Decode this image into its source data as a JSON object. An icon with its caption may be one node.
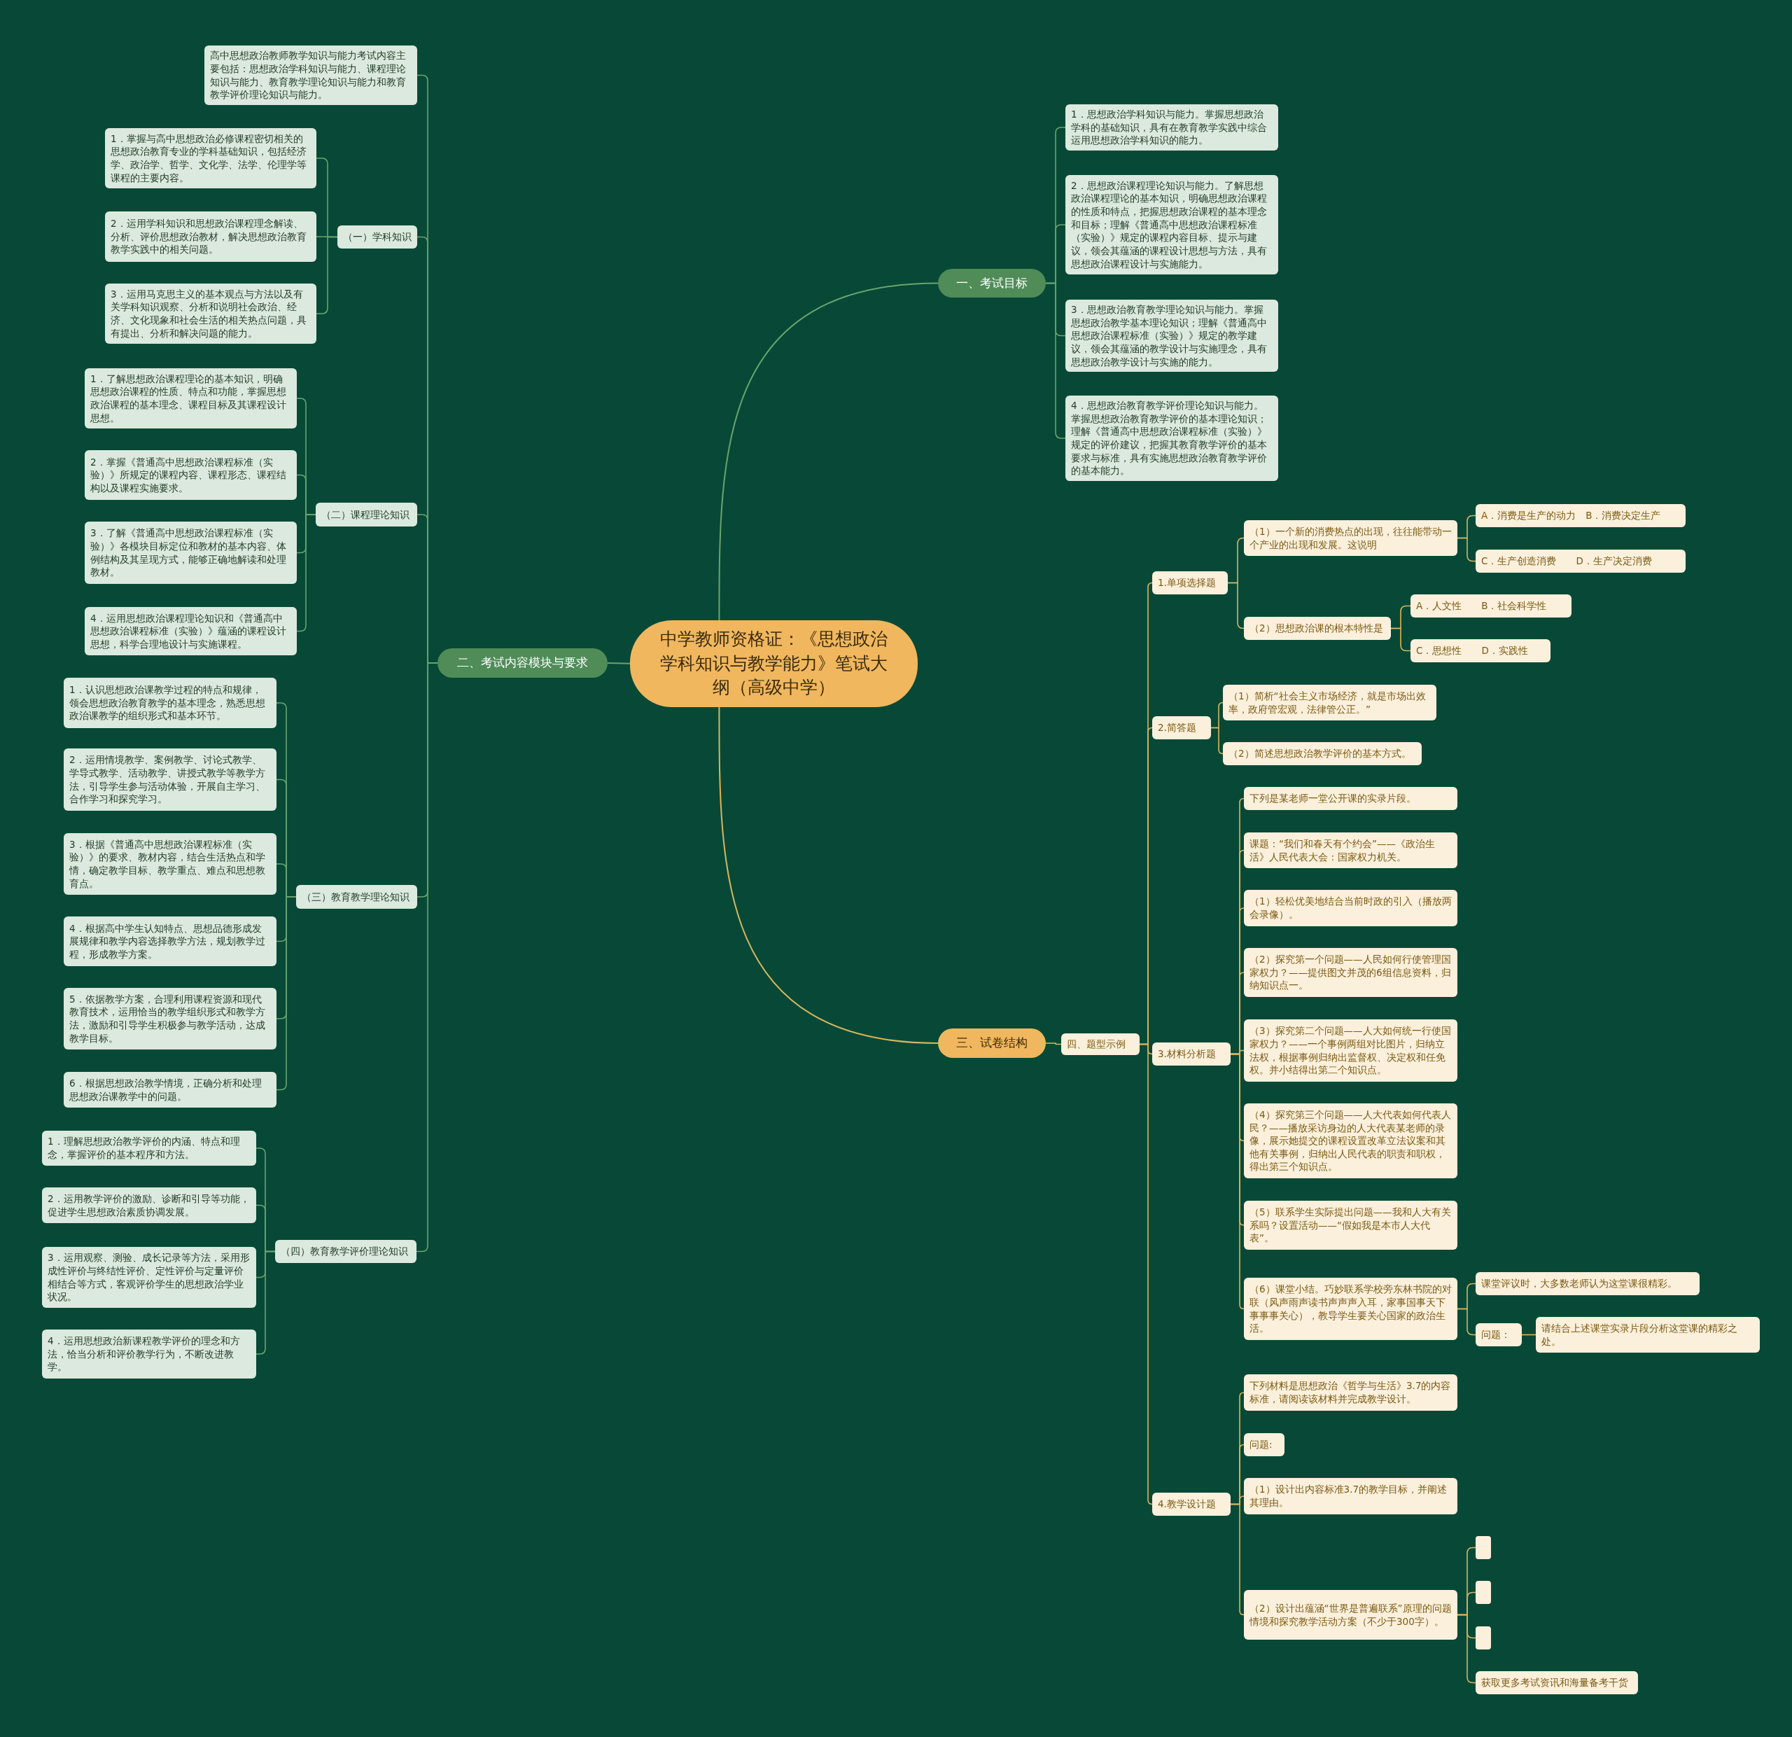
{
  "diagram": {
    "nodes": [
      {
        "text": [
          "中学教师资格证：《思想政治学科知识与教学能力》笔试大纲（高级中学）"
        ]
      },
      {
        "text": [
          "一、考试目标"
        ]
      },
      {
        "text": [
          "1．思想政治学科知识与能力。掌握思想政治学科的基础知识，具有在教育教学实践中综合运用思想政治学科知识的能力。"
        ]
      },
      {
        "text": [
          "2．思想政治课程理论知识与能力。了解思想政治课程理论的基本知识，明确思想政治课程的性质和特点，把握思想政治课程的基本理念和目标；理解《普通高中思想政治课程标准（实验）》规定的课程内容目标、提示与建议，领会其蕴涵的课程设计思想与方法，具有思想政治课程设计与实施能力。"
        ]
      },
      {
        "text": [
          "3．思想政治教育教学理论知识与能力。掌握思想政治教学基本理论知识；理解《普通高中思想政治课程标准（实验）》规定的教学建议，领会其蕴涵的教学设计与实施理念，具有思想政治教学设计与实施的能力。"
        ]
      },
      {
        "text": [
          "4．思想政治教育教学评价理论知识与能力。掌握思想政治教育教学评价的基本理论知识；理解《普通高中思想政治课程标准（实验）》规定的评价建议，把握其教育教学评价的基本要求与标准，具有实施思想政治教育教学评价的基本能力。"
        ]
      },
      {
        "text": [
          "二、考试内容模块与要求"
        ]
      },
      {
        "text": [
          "高中思想政治教师教学知识与能力考试内容主要包括：思想政治学科知识与能力、课程理论知识与能力、教育教学理论知识与能力和教育教学评价理论知识与能力。"
        ]
      },
      {
        "text": [
          "（一）学科知识"
        ]
      },
      {
        "text": [
          "1．掌握与高中思想政治必修课程密切相关的思想政治教育专业的学科基础知识，包括经济学、政治学、哲学、文化学、法学、伦理学等课程的主要内容。"
        ]
      },
      {
        "text": [
          "2．运用学科知识和思想政治课程理念解读、分析、评价思想政治教材，解决思想政治教育教学实践中的相关问题。"
        ]
      },
      {
        "text": [
          "3．运用马克思主义的基本观点与方法以及有关学科知识观察、分析和说明社会政治、经济、文化现象和社会生活的相关热点问题，具有提出、分析和解决问题的能力。"
        ]
      },
      {
        "text": [
          "（二）课程理论知识"
        ]
      },
      {
        "text": [
          "1．了解思想政治课程理论的基本知识，明确思想政治课程的性质、特点和功能，掌握思想政治课程的基本理念、课程目标及其课程设计思想。"
        ]
      },
      {
        "text": [
          "2．掌握《普通高中思想政治课程标准（实验）》所规定的课程内容、课程形态、课程结构以及课程实施要求。"
        ]
      },
      {
        "text": [
          "3．了解《普通高中思想政治课程标准（实验）》各模块目标定位和教材的基本内容、体例结构及其呈现方式，能够正确地解读和处理教材。"
        ]
      },
      {
        "text": [
          "4．运用思想政治课程理论知识和《普通高中思想政治课程标准（实验）》蕴涵的课程设计思想，科学合理地设计与实施课程。"
        ]
      },
      {
        "text": [
          "（三）教育教学理论知识"
        ]
      },
      {
        "text": [
          "1．认识思想政治课教学过程的特点和规律，领会思想政治教育教学的基本理念，熟悉思想政治课教学的组织形式和基本环节。"
        ]
      },
      {
        "text": [
          "2．运用情境教学、案例教学、讨论式教学、学导式教学、活动教学、讲授式教学等教学方法，引导学生参与活动体验，开展自主学习、合作学习和探究学习。"
        ]
      },
      {
        "text": [
          "3．根据《普通高中思想政治课程标准（实验）》的要求、教材内容，结合生活热点和学情，确定教学目标、教学重点、难点和思想教育点。"
        ]
      },
      {
        "text": [
          "4．根据高中学生认知特点、思想品德形成发展规律和教学内容选择教学方法，规划教学过程，形成教学方案。"
        ]
      },
      {
        "text": [
          "5．依据教学方案，合理利用课程资源和现代教育技术，运用恰当的教学组织形式和教学方法，激励和引导学生积极参与教学活动，达成教学目标。"
        ]
      },
      {
        "text": [
          "6．根据思想政治教学情境，正确分析和处理思想政治课教学中的问题。"
        ]
      },
      {
        "text": [
          "（四）教育教学评价理论知识"
        ]
      },
      {
        "text": [
          "1．理解思想政治教学评价的内涵、特点和理念，掌握评价的基本程序和方法。"
        ]
      },
      {
        "text": [
          "2．运用教学评价的激励、诊断和引导等功能，促进学生思想政治素质协调发展。"
        ]
      },
      {
        "text": [
          "3．运用观察、测验、成长记录等方法，采用形成性评价与终结性评价、定性评价与定量评价相结合等方式，客观评价学生的思想政治学业状况。"
        ]
      },
      {
        "text": [
          "4．运用思想政治新课程教学评价的理念和方法，恰当分析和评价教学行为，不断改进教学。"
        ]
      },
      {
        "text": [
          "三、试卷结构"
        ]
      },
      {
        "text": [
          "四、题型示例"
        ]
      },
      {
        "text": [
          "1.单项选择题"
        ]
      },
      {
        "text": [
          "（1）一个新的消费热点的出现，往往能带动一个产业的出现和发展。这说明"
        ]
      },
      {
        "text": [
          "A．消费是生产的动力　B．消费决定生产"
        ]
      },
      {
        "text": [
          "C．生产创造消费　　D．生产决定消费"
        ]
      },
      {
        "text": [
          "（2）思想政治课的根本特性是"
        ]
      },
      {
        "text": [
          "A．人文性　　B．社会科学性"
        ]
      },
      {
        "text": [
          "C．思想性　　D．实践性"
        ]
      },
      {
        "text": [
          "2.简答题"
        ]
      },
      {
        "text": [
          "（1）简析“社会主义市场经济，就是市场出效率，政府管宏观，法律管公正。”"
        ]
      },
      {
        "text": [
          "（2）简述思想政治教学评价的基本方式。"
        ]
      },
      {
        "text": [
          "3.材料分析题"
        ]
      },
      {
        "text": [
          "下列是某老师一堂公开课的实录片段。"
        ]
      },
      {
        "text": [
          "课题：“我们和春天有个约会”——《政治生活》人民代表大会：国家权力机关。"
        ]
      },
      {
        "text": [
          "（1）轻松优美地结合当前时政的引入（播放两会录像）。"
        ]
      },
      {
        "text": [
          "（2）探究第一个问题——人民如何行使管理国家权力？——提供图文并茂的6组信息资料，归纳知识点一。"
        ]
      },
      {
        "text": [
          "（3）探究第二个问题——人大如何统一行使国家权力？——一个事例两组对比图片，归纳立法权，根据事例归纳出监督权、决定权和任免权。并小结得出第二个知识点。"
        ]
      },
      {
        "text": [
          "（4）探究第三个问题——人大代表如何代表人民？——播放采访身边的人大代表某老师的录像，展示她提交的课程设置改革立法议案和其他有关事例，归纳出人民代表的职责和职权，得出第三个知识点。"
        ]
      },
      {
        "text": [
          "（5）联系学生实际提出问题——我和人大有关系吗？设置活动——“假如我是本市人大代表”。"
        ]
      },
      {
        "text": [
          "（6）课堂小结。巧妙联系学校旁东林书院的对联（风声雨声读书声声声入耳，家事国事天下事事事关心），教导学生要关心国家的政治生活。"
        ]
      },
      {
        "text": [
          "课堂评议时，大多数老师认为这堂课很精彩。"
        ]
      },
      {
        "text": [
          "问题："
        ]
      },
      {
        "text": [
          "请结合上述课堂实录片段分析这堂课的精彩之处。"
        ]
      },
      {
        "text": [
          "4.教学设计题"
        ]
      },
      {
        "text": [
          "下列材料是思想政治《哲学与生活》3.7的内容标准，请阅读该材料并完成教学设计。"
        ]
      },
      {
        "text": [
          "问题:"
        ]
      },
      {
        "text": [
          "（1）设计出内容标准3.7的教学目标，并阐述其理由。"
        ]
      },
      {
        "text": [
          "（2）设计出蕴涵“世界是普遍联系”原理的问题情境和探究教学活动方案（不少于300字）。"
        ]
      },
      {
        "text": [],
        "shape": "box"
      },
      {
        "text": [],
        "shape": "box"
      },
      {
        "text": [],
        "shape": "box"
      },
      {
        "text": [
          "获取更多考试资讯和海量备考干货"
        ]
      }
    ],
    "edges": [
      {
        "from": 0,
        "to": 1,
        "arrow": "none",
        "color": "#6aa470"
      },
      {
        "from": 1,
        "to": 2,
        "arrow": "none",
        "color": "#6aa470"
      },
      {
        "from": 1,
        "to": 3,
        "arrow": "none",
        "color": "#6aa470"
      },
      {
        "from": 1,
        "to": 4,
        "arrow": "none",
        "color": "#6aa470"
      },
      {
        "from": 1,
        "to": 5,
        "arrow": "none",
        "color": "#6aa470"
      },
      {
        "from": 0,
        "to": 6,
        "arrow": "none",
        "color": "#6aa470"
      },
      {
        "from": 6,
        "to": 7,
        "arrow": "none",
        "color": "#6aa470"
      },
      {
        "from": 6,
        "to": 8,
        "arrow": "none",
        "color": "#6aa470"
      },
      {
        "from": 8,
        "to": 9,
        "arrow": "none",
        "color": "#6aa470"
      },
      {
        "from": 8,
        "to": 10,
        "arrow": "none",
        "color": "#6aa470"
      },
      {
        "from": 8,
        "to": 11,
        "arrow": "none",
        "color": "#6aa470"
      },
      {
        "from": 6,
        "to": 12,
        "arrow": "none",
        "color": "#6aa470"
      },
      {
        "from": 12,
        "to": 13,
        "arrow": "none",
        "color": "#6aa470"
      },
      {
        "from": 12,
        "to": 14,
        "arrow": "none",
        "color": "#6aa470"
      },
      {
        "from": 12,
        "to": 15,
        "arrow": "none",
        "color": "#6aa470"
      },
      {
        "from": 12,
        "to": 16,
        "arrow": "none",
        "color": "#6aa470"
      },
      {
        "from": 6,
        "to": 17,
        "arrow": "none",
        "color": "#6aa470"
      },
      {
        "from": 17,
        "to": 18,
        "arrow": "none",
        "color": "#6aa470"
      },
      {
        "from": 17,
        "to": 19,
        "arrow": "none",
        "color": "#6aa470"
      },
      {
        "from": 17,
        "to": 20,
        "arrow": "none",
        "color": "#6aa470"
      },
      {
        "from": 17,
        "to": 21,
        "arrow": "none",
        "color": "#6aa470"
      },
      {
        "from": 17,
        "to": 22,
        "arrow": "none",
        "color": "#6aa470"
      },
      {
        "from": 17,
        "to": 23,
        "arrow": "none",
        "color": "#6aa470"
      },
      {
        "from": 6,
        "to": 24,
        "arrow": "none",
        "color": "#6aa470"
      },
      {
        "from": 24,
        "to": 25,
        "arrow": "none",
        "color": "#6aa470"
      },
      {
        "from": 24,
        "to": 26,
        "arrow": "none",
        "color": "#6aa470"
      },
      {
        "from": 24,
        "to": 27,
        "arrow": "none",
        "color": "#6aa470"
      },
      {
        "from": 24,
        "to": 28,
        "arrow": "none",
        "color": "#6aa470"
      },
      {
        "from": 0,
        "to": 29,
        "arrow": "none"
      },
      {
        "from": 29,
        "to": 30,
        "arrow": "none"
      },
      {
        "from": 30,
        "to": 31,
        "arrow": "none"
      },
      {
        "from": 31,
        "to": 32,
        "arrow": "none"
      },
      {
        "from": 32,
        "to": 33,
        "arrow": "none"
      },
      {
        "from": 32,
        "to": 34,
        "arrow": "none"
      },
      {
        "from": 31,
        "to": 35,
        "arrow": "none"
      },
      {
        "from": 35,
        "to": 36,
        "arrow": "none"
      },
      {
        "from": 35,
        "to": 37,
        "arrow": "none"
      },
      {
        "from": 30,
        "to": 38,
        "arrow": "none"
      },
      {
        "from": 38,
        "to": 39,
        "arrow": "none"
      },
      {
        "from": 38,
        "to": 40,
        "arrow": "none"
      },
      {
        "from": 30,
        "to": 41,
        "arrow": "none"
      },
      {
        "from": 41,
        "to": 42,
        "arrow": "none"
      },
      {
        "from": 41,
        "to": 43,
        "arrow": "none"
      },
      {
        "from": 41,
        "to": 44,
        "arrow": "none"
      },
      {
        "from": 41,
        "to": 45,
        "arrow": "none"
      },
      {
        "from": 41,
        "to": 46,
        "arrow": "none"
      },
      {
        "from": 41,
        "to": 47,
        "arrow": "none"
      },
      {
        "from": 41,
        "to": 48,
        "arrow": "none"
      },
      {
        "from": 41,
        "to": 49,
        "arrow": "none"
      },
      {
        "from": 49,
        "to": 50,
        "arrow": "none"
      },
      {
        "from": 49,
        "to": 51,
        "arrow": "none"
      },
      {
        "from": 51,
        "to": 52,
        "arrow": "none"
      },
      {
        "from": 30,
        "to": 53,
        "arrow": "none"
      },
      {
        "from": 53,
        "to": 54,
        "arrow": "none"
      },
      {
        "from": 53,
        "to": 55,
        "arrow": "none"
      },
      {
        "from": 53,
        "to": 56,
        "arrow": "none"
      },
      {
        "from": 53,
        "to": 57,
        "arrow": "none"
      },
      {
        "from": 57,
        "to": 58,
        "arrow": "none"
      },
      {
        "from": 57,
        "to": 59,
        "arrow": "none"
      },
      {
        "from": 57,
        "to": 60,
        "arrow": "none"
      },
      {
        "from": 57,
        "to": 61,
        "arrow": "none"
      }
    ]
  }
}
